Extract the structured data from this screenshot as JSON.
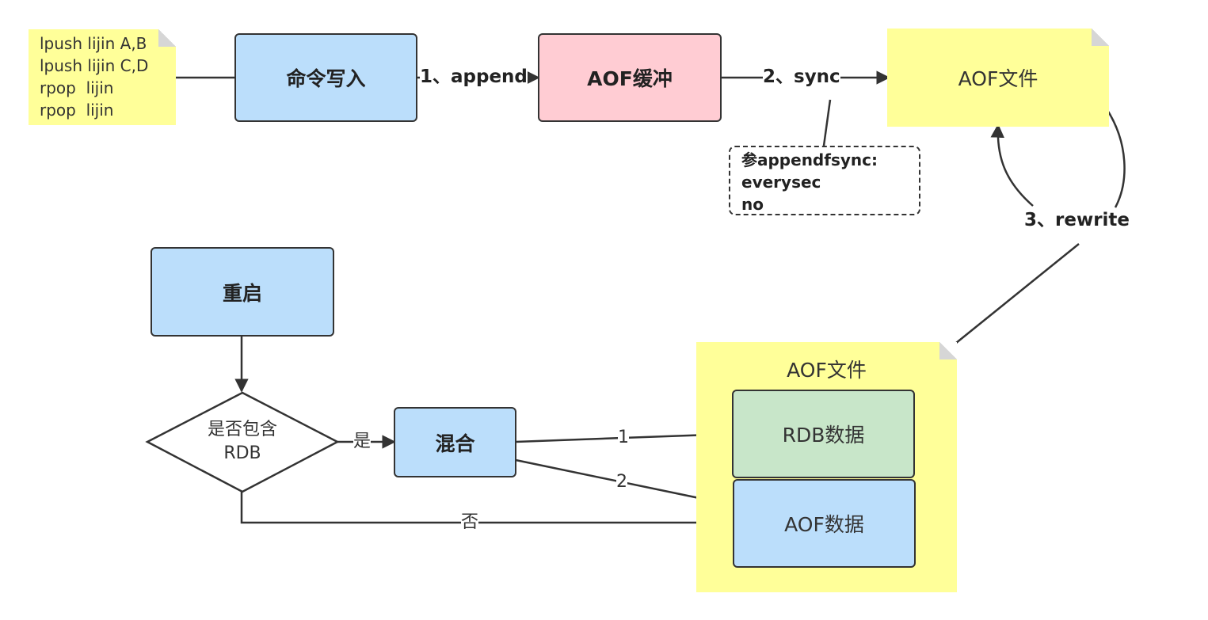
{
  "commands_note": {
    "lines": [
      "lpush lijin A,B",
      "lpush lijin C,D",
      "rpop  lijin",
      "rpop  lijin"
    ]
  },
  "boxes": {
    "command_write": "命令写入",
    "aof_buffer": "AOF缓冲",
    "aof_file_top": "AOF文件",
    "restart": "重启",
    "contains_rdb_line1": "是否包含",
    "contains_rdb_line2": "RDB",
    "mixed": "混合",
    "aof_file_bottom": "AOF文件",
    "rdb_data": "RDB数据",
    "aof_data": "AOF数据"
  },
  "edge_labels": {
    "append": "1、append",
    "sync": "2、sync",
    "rewrite": "3、rewrite",
    "yes": "是",
    "no": "否",
    "one": "1",
    "two": "2"
  },
  "fsync_note": {
    "lines": [
      "参appendfsync:",
      "everysec",
      "no"
    ]
  },
  "colors": {
    "note_yellow": "#ffff99",
    "box_blue": "#bbdefb",
    "box_pink": "#ffccd3",
    "box_green": "#c8e6c9",
    "stroke": "#333333"
  }
}
